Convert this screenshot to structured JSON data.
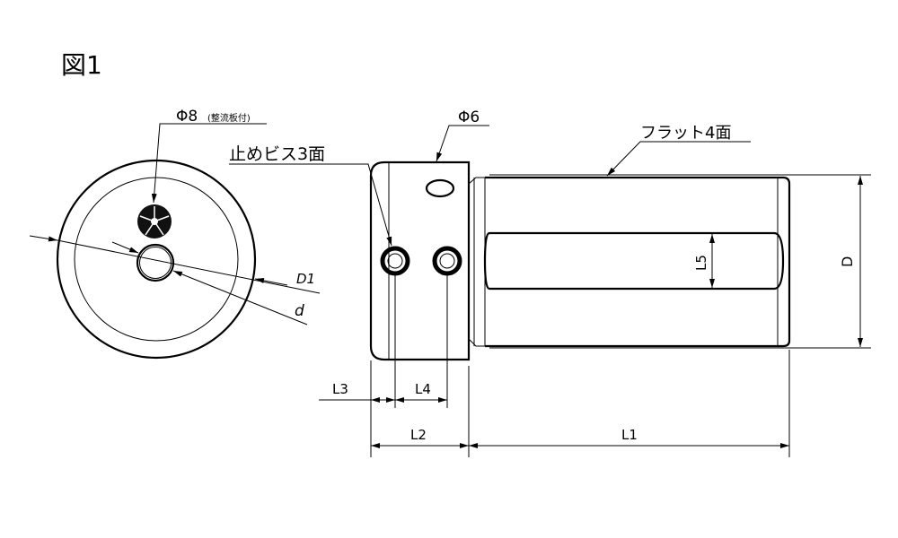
{
  "figure": {
    "title": "図1"
  },
  "front_view": {
    "nozzle_label": "Φ8",
    "nozzle_note": "(整流板付)",
    "dim_outer": "D1",
    "dim_inner": "d"
  },
  "side_view": {
    "setscrew_label": "止めビス3面",
    "hole_label": "Φ6",
    "flat_label": "フラット4面",
    "dims": {
      "L1": "L1",
      "L2": "L2",
      "L3": "L3",
      "L4": "L4",
      "L5": "L5",
      "D": "D"
    }
  }
}
